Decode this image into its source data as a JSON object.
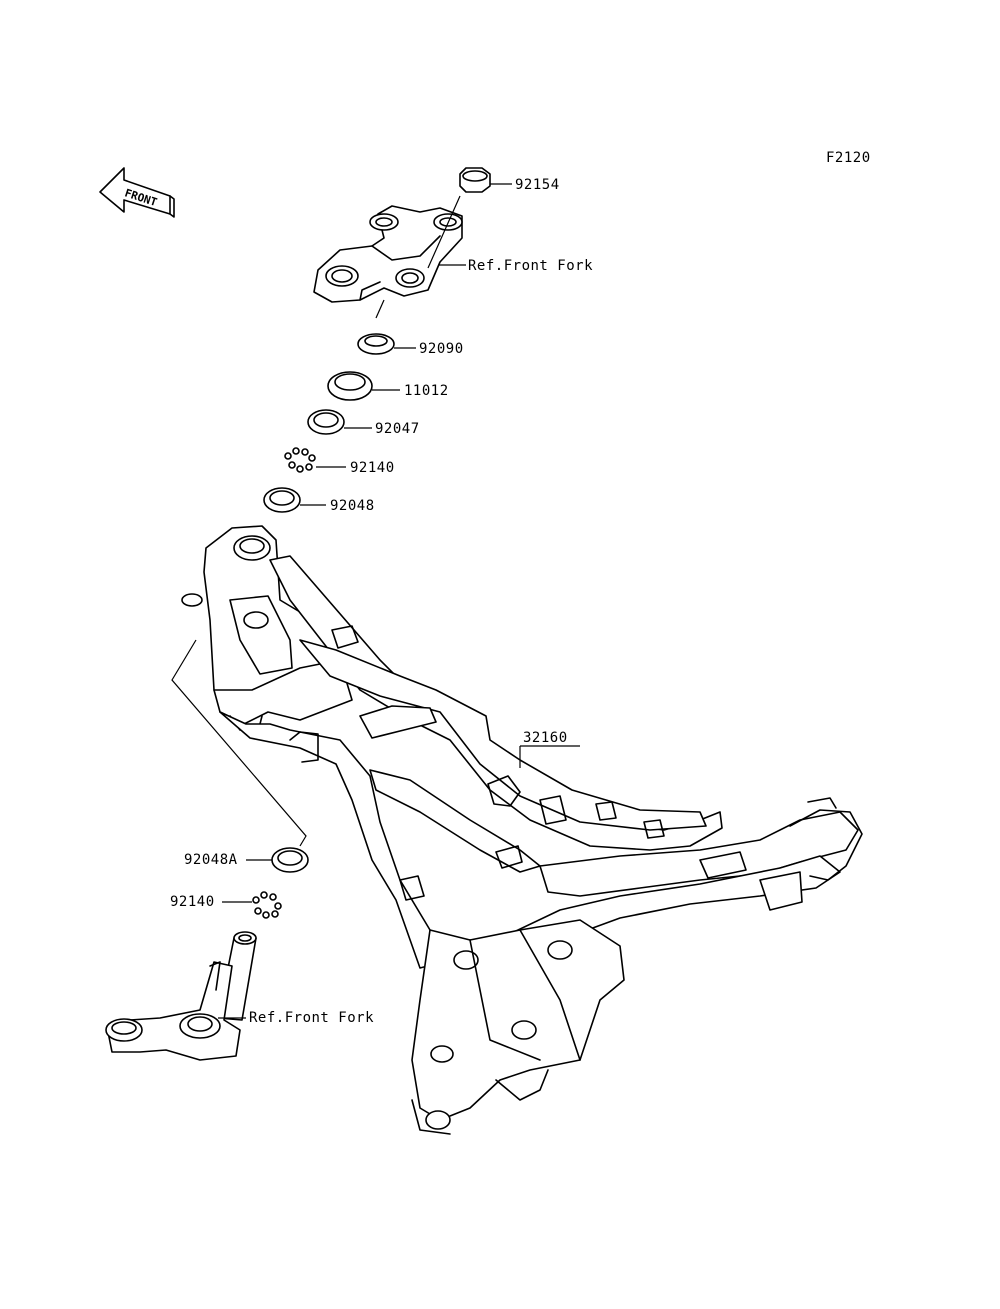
{
  "figure_code": "F2120",
  "front_arrow_label": "FRONT",
  "callouts": {
    "p92154": "92154",
    "ref_front_fork_upper": "Ref.Front Fork",
    "p92090": "92090",
    "p11012": "11012",
    "p92047": "92047",
    "p92140_upper": "92140",
    "p92048": "92048",
    "p32160": "32160",
    "p92048A": "92048A",
    "p92140_lower": "92140",
    "ref_front_fork_lower": "Ref.Front Fork"
  }
}
